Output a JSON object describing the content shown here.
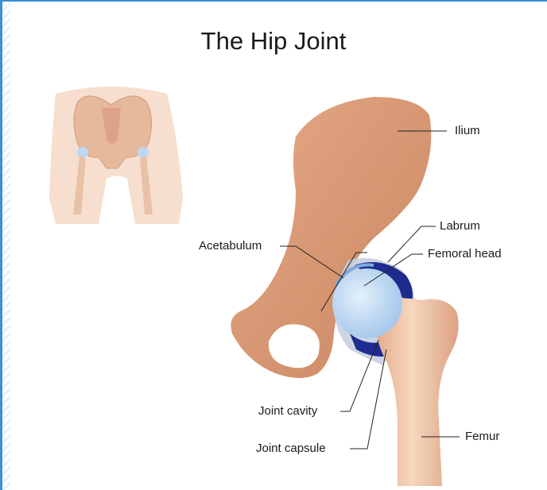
{
  "title": "The Hip Joint",
  "labels": {
    "ilium": "Ilium",
    "labrum": "Labrum",
    "acetabulum": "Acetabulum",
    "femoral_head": "Femoral head",
    "joint_cavity": "Joint cavity",
    "joint_capsule": "Joint capsule",
    "femur": "Femur"
  },
  "colors": {
    "frame_border": "#3b8fd4",
    "bone": "#d99c78",
    "bone_light": "#eec7a8",
    "cartilage": "#bcd7f2",
    "cavity": "#1e2b8f"
  }
}
